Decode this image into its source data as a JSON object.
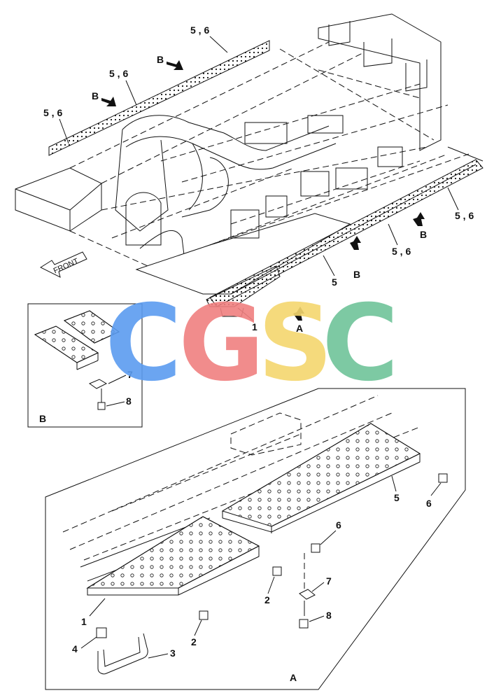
{
  "labels": {
    "top_56_a": "5 , 6",
    "top_56_b": "5 , 6",
    "top_56_c": "5 , 6",
    "right_56_a": "5 , 6",
    "right_56_b": "5 , 6",
    "right_5": "5",
    "b_arrow_1": "B",
    "b_arrow_2": "B",
    "b_arrow_3": "B",
    "b_arrow_4": "B",
    "a_arrow": "A",
    "front": "FRONT",
    "part_1_top": "1",
    "detail_b_title": "B",
    "detail_b_7": "7",
    "detail_b_8": "8",
    "detail_a_title": "A",
    "detail_a_1": "1",
    "detail_a_2a": "2",
    "detail_a_2b": "2",
    "detail_a_3": "3",
    "detail_a_4": "4",
    "detail_a_5": "5",
    "detail_a_6a": "6",
    "detail_a_6b": "6",
    "detail_a_7": "7",
    "detail_a_8": "8"
  },
  "watermark": {
    "letters": [
      "C",
      "G",
      "S",
      "C"
    ],
    "colors": [
      "#5b9cf0",
      "#f08080",
      "#f5d76e",
      "#6fc49a"
    ]
  }
}
